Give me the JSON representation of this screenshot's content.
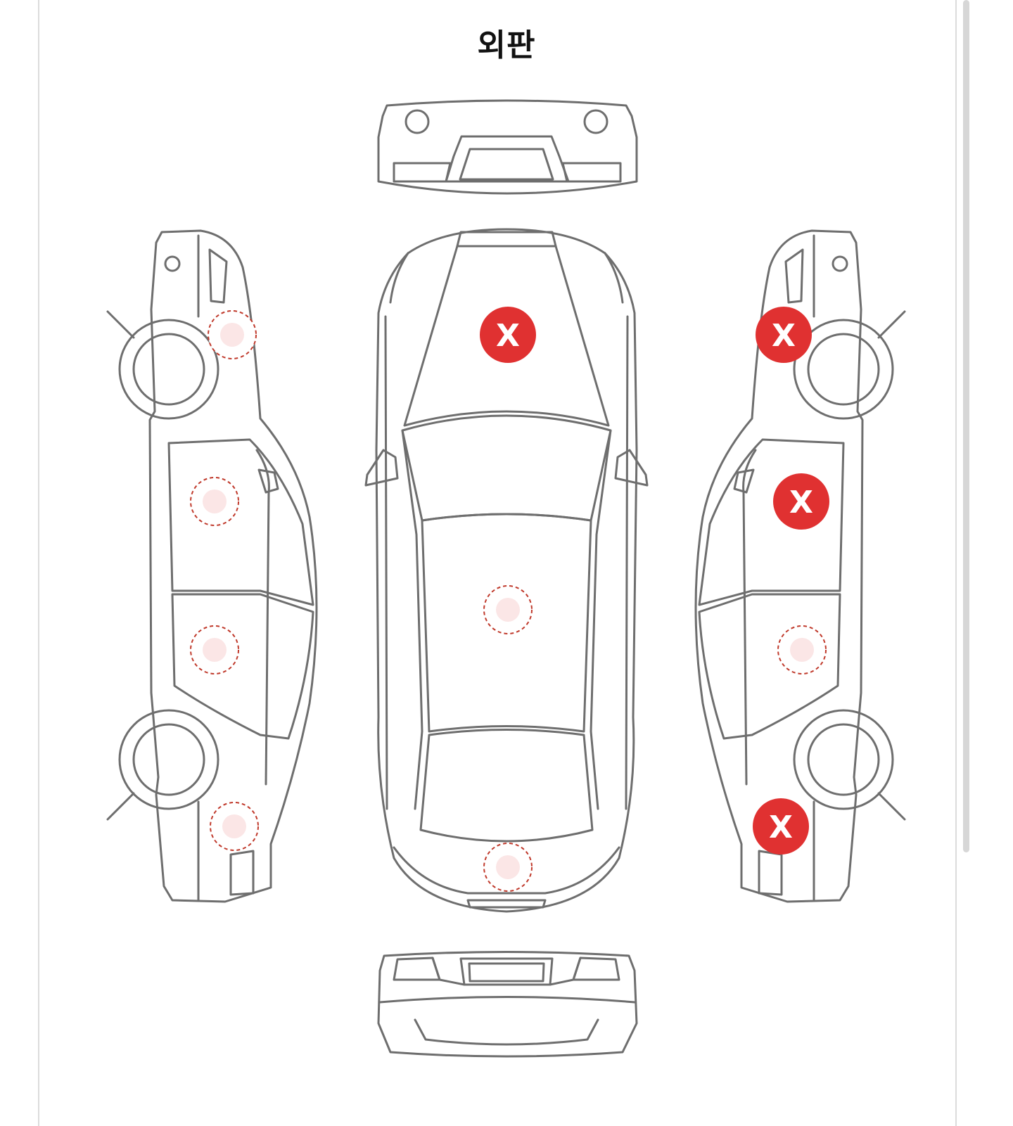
{
  "section": {
    "title": "외판"
  },
  "colors": {
    "accent": "#e03131",
    "line": "#6e6e6e",
    "dashed": "#c0392b",
    "dashed_fill": "#fbe6e6"
  },
  "markers": [
    {
      "id": "hood",
      "status": "x",
      "label": "X"
    },
    {
      "id": "right-front-fender",
      "status": "x",
      "label": "X"
    },
    {
      "id": "right-front-door",
      "status": "x",
      "label": "X"
    },
    {
      "id": "right-rear-quarter",
      "status": "x",
      "label": "X"
    },
    {
      "id": "left-front-fender",
      "status": "none"
    },
    {
      "id": "left-front-door",
      "status": "none"
    },
    {
      "id": "left-rear-door",
      "status": "none"
    },
    {
      "id": "left-rear-quarter",
      "status": "none"
    },
    {
      "id": "roof",
      "status": "none"
    },
    {
      "id": "trunk-lid",
      "status": "none"
    },
    {
      "id": "right-rear-door",
      "status": "none"
    }
  ]
}
